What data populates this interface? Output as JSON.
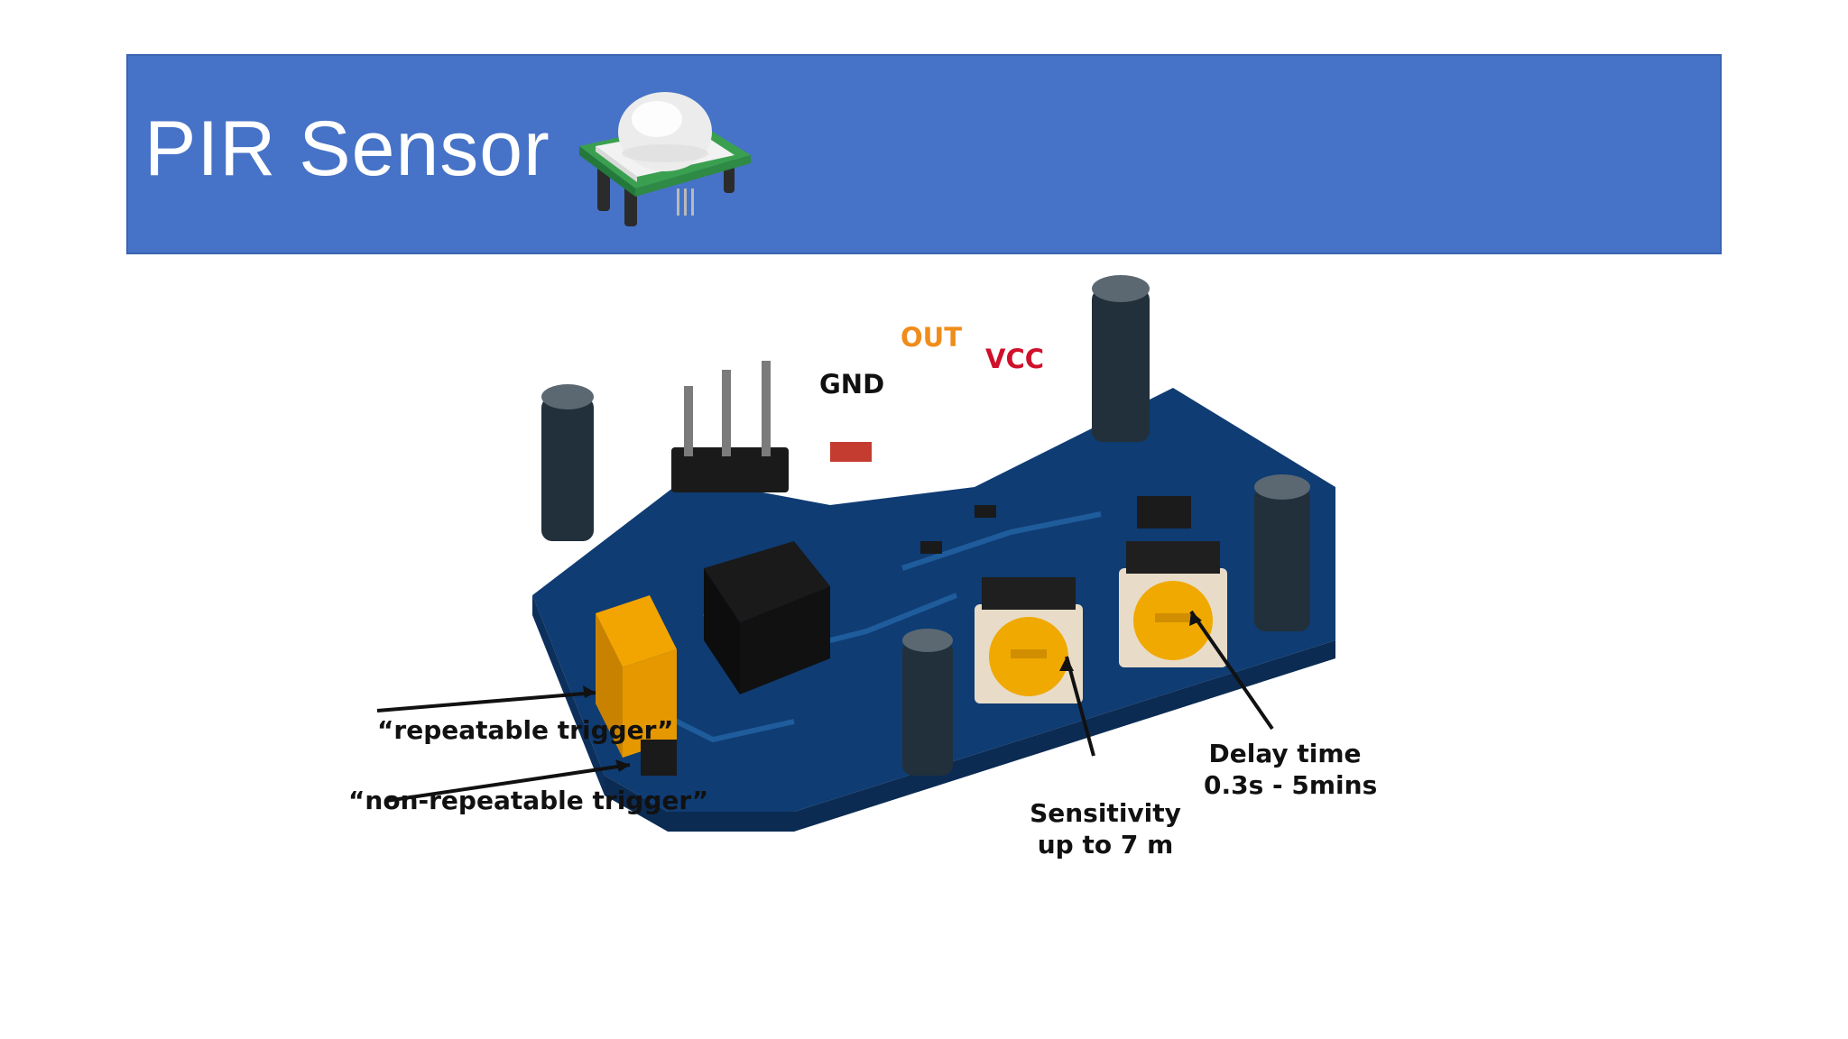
{
  "slide": {
    "title": "PIR Sensor",
    "header_image": "pir-sensor-module-icon"
  },
  "figure": {
    "image": "pir-sensor-board-photo",
    "pins": {
      "gnd": "GND",
      "out": "OUT",
      "vcc": "VCC"
    },
    "callouts": {
      "repeatable": "“repeatable trigger”",
      "non_repeatable": "“non-repeatable trigger”",
      "sensitivity_line1": "Sensitivity",
      "sensitivity_line2": "up to 7 m",
      "delay_line1": "Delay time",
      "delay_line2": "0.3s - 5mins"
    },
    "colors": {
      "out": "#f08c1a",
      "vcc": "#d0102a",
      "gnd": "#111111",
      "header_bg": "#4673c7"
    }
  }
}
